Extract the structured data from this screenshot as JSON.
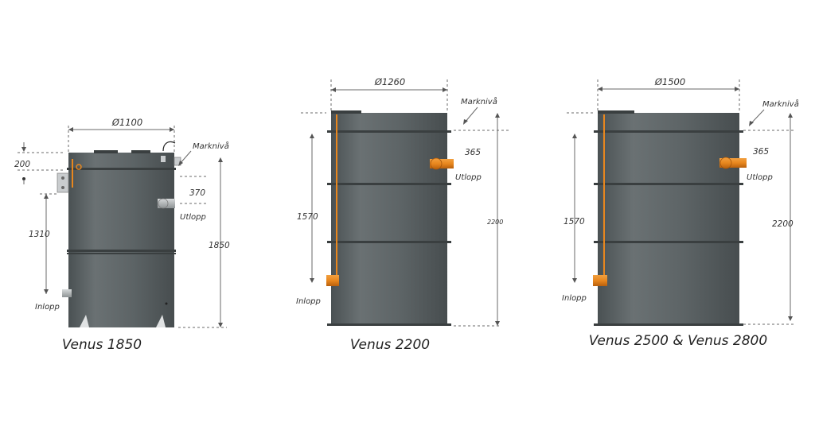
{
  "colors": {
    "tank_body": "#5d6466",
    "tank_dark": "#43494b",
    "tank_light": "#737a7c",
    "ring": "#3a3f40",
    "pipe_orange": "#e8871e",
    "pipe_grey": "#b8bcbe"
  },
  "tanks": [
    {
      "title": "Venus 1850",
      "diameter_label": "Ø1100",
      "ground_label": "Marknivå",
      "top_dim": "200",
      "outlet_dim": "370",
      "outlet_label": "Utlopp",
      "inlet_height": "1310",
      "inlet_label": "Inlopp",
      "total_height": "1850"
    },
    {
      "title": "Venus 2200",
      "diameter_label": "Ø1260",
      "ground_label": "Marknivå",
      "outlet_dim": "365",
      "outlet_label": "Utlopp",
      "inlet_height": "1570",
      "inlet_label": "Inlopp",
      "total_height": "2200"
    },
    {
      "title": "Venus 2500 & Venus 2800",
      "diameter_label": "Ø1500",
      "ground_label": "Marknivå",
      "outlet_dim": "365",
      "outlet_label": "Utlopp",
      "inlet_height": "1570",
      "inlet_label": "Inlopp",
      "total_height": "2200"
    }
  ]
}
